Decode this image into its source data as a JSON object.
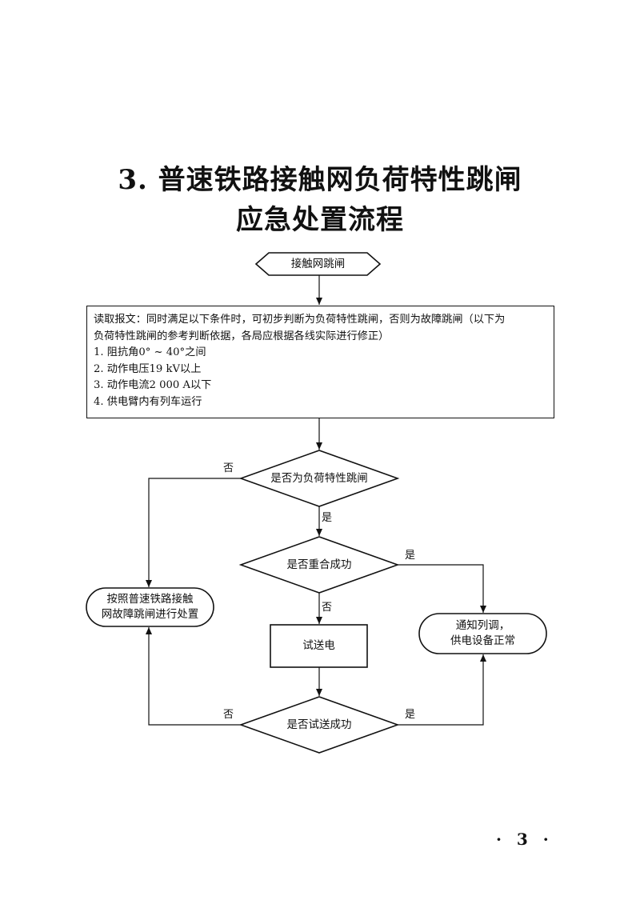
{
  "title": {
    "line1": "3. 普速铁路接触网负荷特性跳闸",
    "line2": "应急处置流程"
  },
  "flowchart": {
    "start": "接触网跳闸",
    "info_box": {
      "line1": "读取报文：同时满足以下条件时，可初步判断为负荷特性跳闸，否则为故障跳闸（以下为",
      "line2": "负荷特性跳闸的参考判断依据，各局应根据各线实际进行修正）",
      "items": [
        "1. 阻抗角0° ~ 40°之间",
        "2. 动作电压19 kV以上",
        "3. 动作电流2 000 A以下",
        "4. 供电臂内有列车运行"
      ]
    },
    "decision_load_trip": "是否为负荷特性跳闸",
    "decision_reclose": "是否重合成功",
    "decision_test_power": "是否试送成功",
    "process_test_power": "试送电",
    "fault_handling": {
      "line1": "按照普速铁路接触",
      "line2": "网故障跳闸进行处置"
    },
    "normal_end": {
      "line1": "通知列调，",
      "line2": "供电设备正常"
    },
    "labels": {
      "no": "否",
      "yes": "是"
    }
  },
  "page_number": "· 3 ·"
}
